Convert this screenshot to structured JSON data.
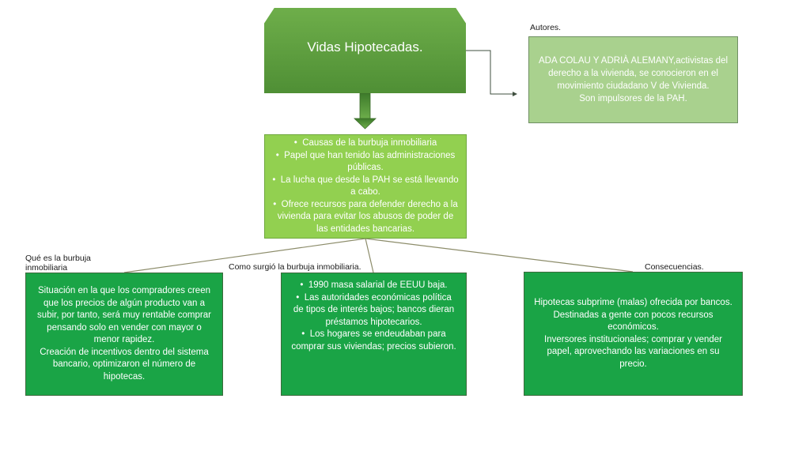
{
  "title": "Vidas Hipotecadas.",
  "authors": {
    "label": "Autores.",
    "text": "ADA COLAU Y ADRIÀ ALEMANY,activistas del derecho a la vivienda, se conocieron en el movimiento ciudadano V de Vivienda.\nSon impulsores de la PAH."
  },
  "topics": [
    "Causas de la burbuja inmobiliaria",
    "Papel que han tenido las administraciones públicas.",
    "La lucha que desde la PAH se está llevando a cabo.",
    "Ofrece recursos para defender derecho a la vivienda para evitar los abusos de poder de las entidades bancarias."
  ],
  "branches": {
    "que_es": {
      "label": "Qué es la burbuja inmobiliaria",
      "text": "Situación en la que los compradores creen que los precios de algún producto van a subir, por tanto, será muy rentable comprar pensando solo en vender con mayor o menor rapidez.\nCreación de incentivos dentro del sistema bancario, optimizaron el número de hipotecas."
    },
    "como_surgio": {
      "label": "Como surgió la burbuja inmobiliaria.",
      "items": [
        "1990 masa salarial de EEUU baja.",
        "Las autoridades económicas política de tipos de interés bajos; bancos dieran préstamos hipotecarios.",
        "Los hogares se endeudaban para comprar sus viviendas; precios subieron."
      ]
    },
    "consecuencias": {
      "label": "Consecuencias.",
      "text": "Hipotecas subprime (malas) ofrecida por bancos.\nDestinadas a gente con pocos recursos económicos.\nInversores institucionales; comprar y vender papel, aprovechando las variaciones en su  precio."
    }
  },
  "colors": {
    "title_box": "#5e9e3f",
    "authors_box": "#a9d18e",
    "topics_box": "#92d050",
    "branch_box": "#1aa446",
    "arrow": "#5e9e3f",
    "connector": "#8c8c6a"
  }
}
